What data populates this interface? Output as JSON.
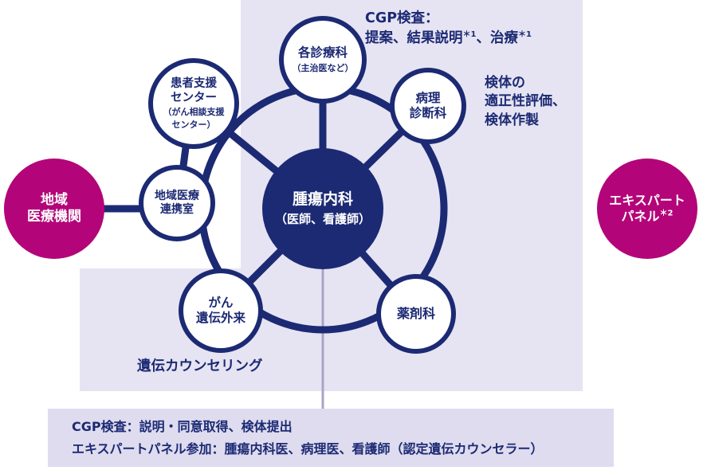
{
  "colors": {
    "navy": "#1c2a74",
    "magenta": "#b30579",
    "panel_bg": "#e6e4f2",
    "footer_bg": "#dedcee",
    "line_thin": "#a8a4c8"
  },
  "nodes": {
    "center": {
      "line1": "腫瘍内科",
      "line2": "（医師、看護師）"
    },
    "departments": {
      "line1": "各診療科",
      "line2": "（主治医など）"
    },
    "pathology": {
      "line1": "病理",
      "line2": "診断科"
    },
    "pharmacy": {
      "line1": "薬剤科"
    },
    "cancer_genetics": {
      "line1": "がん",
      "line2": "遺伝外来"
    },
    "patient_support": {
      "line1": "患者支援",
      "line2": "センター",
      "line3": "（がん相談支援",
      "line4": "センター）"
    },
    "liaison": {
      "line1": "地域医療",
      "line2": "連携室"
    },
    "regional": {
      "line1": "地域",
      "line2": "医療機関"
    },
    "expert_panel": {
      "line1": "エキスパート",
      "line2": "パネル",
      "line2_sup": "＊2"
    }
  },
  "annotations": {
    "cgp_line1": "CGP検査：",
    "cgp_line2_a": "提案、結果説明",
    "cgp_sup1": "＊1",
    "cgp_line2_b": "、治療",
    "cgp_sup2": "＊1",
    "specimen_line1": "検体の",
    "specimen_line2": "適正性評価、",
    "specimen_line3": "検体作製",
    "genetic_counseling": "遺伝カウンセリング",
    "footer_line1": "CGP検査：説明・同意取得、検体提出",
    "footer_line2": "エキスパートパネル参加：腫瘍内科医、病理医、看護師（認定遺伝カウンセラー）"
  }
}
